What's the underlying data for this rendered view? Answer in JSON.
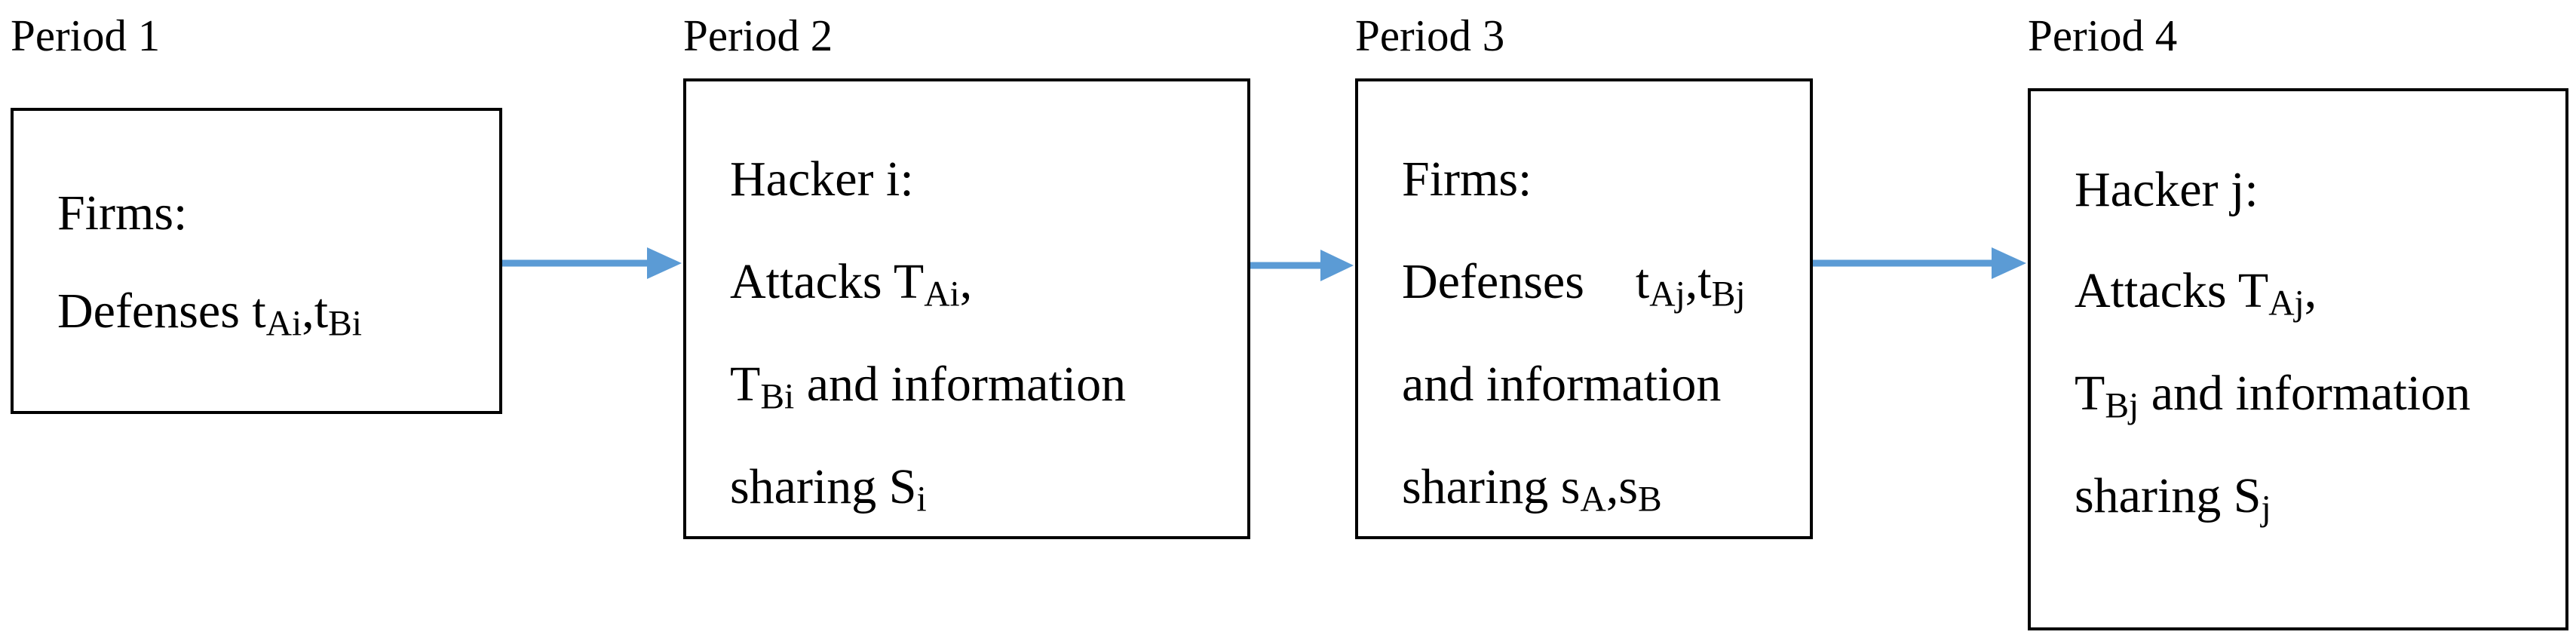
{
  "periods": [
    {
      "label": "Period 1"
    },
    {
      "label": "Period 2"
    },
    {
      "label": "Period 3"
    },
    {
      "label": "Period 4"
    }
  ],
  "box1": {
    "title": "Firms:",
    "defenses": "Defenses t",
    "sub_ai": "Ai",
    "comma": ",t",
    "sub_bi": "Bi"
  },
  "box2": {
    "title": "Hacker i:",
    "attacks": "Attacks T",
    "sub_ai": "Ai",
    "comma": ",",
    "t": "T",
    "sub_bi": "Bi",
    "and_info": " and information",
    "sharing": "sharing S",
    "sub_i": "i"
  },
  "box3": {
    "title": "Firms:",
    "defenses": "Defenses",
    "t1": "t",
    "sub_aj": "Aj",
    "comma": ",t",
    "sub_bj": "Bj",
    "and_info": "and information",
    "sharing": "sharing s",
    "sub_a": "A",
    "comma2": ",s",
    "sub_b": "B"
  },
  "box4": {
    "title": "Hacker j:",
    "attacks": "Attacks T",
    "sub_aj": "Aj",
    "comma": ",",
    "t": "T",
    "sub_bj": "Bj",
    "and_info": " and information",
    "sharing": "sharing S",
    "sub_j": "j"
  },
  "colors": {
    "arrow": "#5b9bd5",
    "border": "#000000"
  }
}
